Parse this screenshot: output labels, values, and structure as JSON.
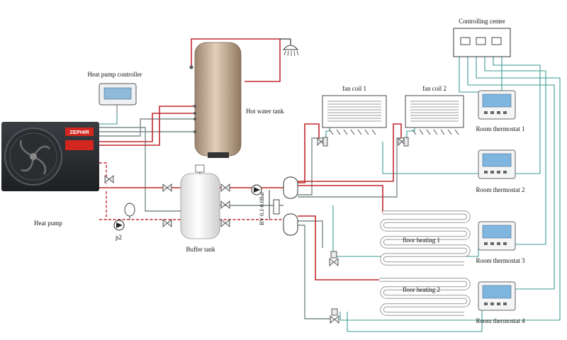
{
  "labels": {
    "controlling_center": "Controlling center",
    "heat_pump_controller": "Heat pump controller",
    "hot_water_tank": "Hot water tank",
    "fan_coil_1": "fan coil 1",
    "fan_coil_2": "fan coil 2",
    "room_thermostat_1": "Room thermostat 1",
    "room_thermostat_2": "Room thermostat 2",
    "room_thermostat_3": "Room thermostat 3",
    "room_thermostat_4": "Room thermostat 4",
    "heat_pump": "Heat pump",
    "buffer_tank": "Buffer tank",
    "floor_heating_1": "floor heating 1",
    "floor_heating_2": "floor heating 2",
    "p2": "p2",
    "bv_range": "BV 0.1-0.6Bar"
  },
  "brand": {
    "heat_pump_logo": "ZEPHIR"
  },
  "colors": {
    "hot_pipe": "#c0282d",
    "cold_pipe": "#7c8a8c",
    "control_wire": "#3d9a93",
    "heat_pump_body": "#2a2c30",
    "tank_body": "#b9a18a",
    "logo_red": "#d3261f"
  }
}
